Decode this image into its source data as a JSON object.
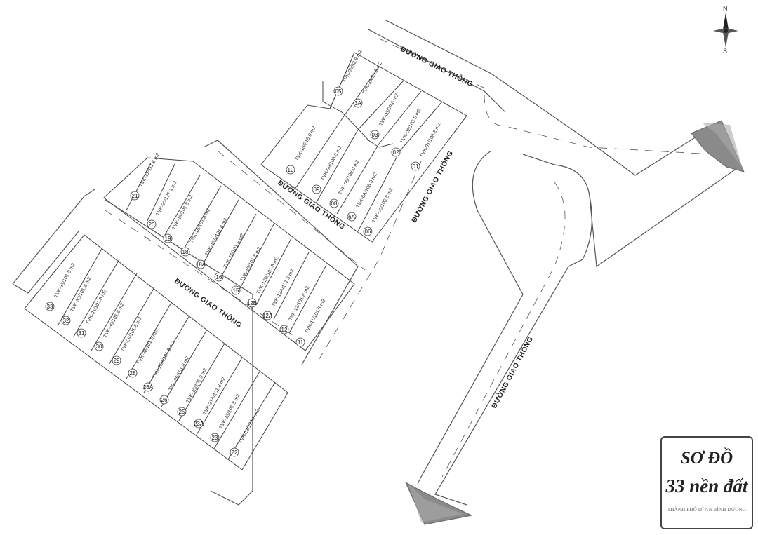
{
  "title": {
    "line1": "SƠ ĐỒ",
    "line2": "33 nền đất",
    "note": "THÀNH PHỐ DĨ AN BÌNH DƯƠNG"
  },
  "compass": {
    "north": "N",
    "south": "S"
  },
  "road_label": "ĐƯỜNG GIAO THÔNG",
  "blocks": {
    "top": [
      {
        "num": "05",
        "label": "TVK-05/92.8 m2"
      },
      {
        "num": "3A",
        "label": "TVK-3A/95.3 m2"
      },
      {
        "num": "03",
        "label": "TVK-03/99.6 m2"
      },
      {
        "num": "02",
        "label": "TVK-02/103.8 m2"
      },
      {
        "num": "01",
        "label": "TVK-01/108.2 m2"
      },
      {
        "num": "10",
        "label": "TVK-10/216.0 m2"
      },
      {
        "num": "09",
        "label": "TVK-09/108.0 m2"
      },
      {
        "num": "08",
        "label": "TVK-08/108.0 m2"
      },
      {
        "num": "6A",
        "label": "TVK-6A/108.0 m2"
      },
      {
        "num": "06",
        "label": "TVK-06/108.8 m2"
      }
    ],
    "middle": [
      {
        "num": "21",
        "label": "TVK-21/111.6 m2"
      },
      {
        "num": "20",
        "label": "TVK-20/127.1 m2"
      },
      {
        "num": "19",
        "label": "TVK-19/101.8 m2"
      },
      {
        "num": "18",
        "label": "TVK-18/101.8 m2"
      },
      {
        "num": "18A",
        "label": "TVK-18A/101.8 m2"
      },
      {
        "num": "16",
        "label": "TVK-16/101.8 m2"
      },
      {
        "num": "15",
        "label": "TVK-15/101.8 m2"
      },
      {
        "num": "12B",
        "label": "TVK-12B/101.8 m2"
      },
      {
        "num": "12A",
        "label": "TVK-12A/101.8 m2"
      },
      {
        "num": "12",
        "label": "TVK-12/101.8 m2"
      },
      {
        "num": "11",
        "label": "TVK-11/101.8 m2"
      }
    ],
    "bottom": [
      {
        "num": "33",
        "label": "TVK-33/101.8 m2"
      },
      {
        "num": "32",
        "label": "TVK-32/101.8 m2"
      },
      {
        "num": "31",
        "label": "TVK-31/101.8 m2"
      },
      {
        "num": "30",
        "label": "TVK-30/101.8 m2"
      },
      {
        "num": "29",
        "label": "TVK-29/101.8 m2"
      },
      {
        "num": "28",
        "label": "TVK-28/101.8 m2"
      },
      {
        "num": "26A",
        "label": "TVK-26A/101.8 m2"
      },
      {
        "num": "26",
        "label": "TVK-26/101.8 m2"
      },
      {
        "num": "25",
        "label": "TVK-25/101.8 m2"
      },
      {
        "num": "23A",
        "label": "TVK-23A/101.8 m2"
      },
      {
        "num": "23",
        "label": "TVK-23/101.8 m2"
      },
      {
        "num": "22",
        "label": "TVK-22/123.6 m2"
      }
    ]
  }
}
